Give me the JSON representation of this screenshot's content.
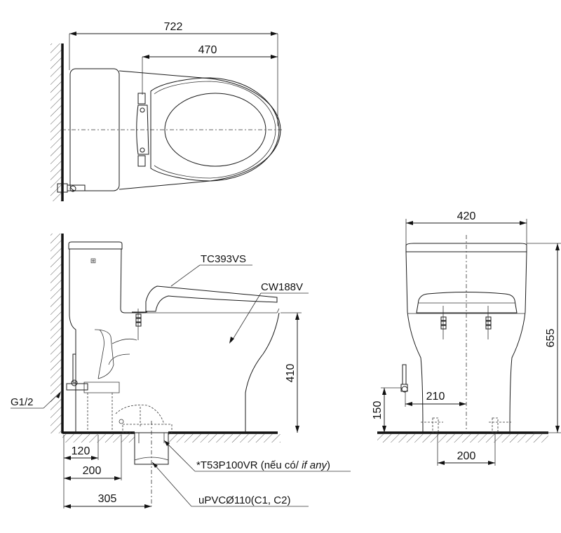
{
  "top_view": {
    "dimensions": {
      "overall_length": "722",
      "seat_length": "470"
    }
  },
  "side_view": {
    "labels": {
      "seat_model": "TC393VS",
      "bowl_model": "CW188V",
      "water_inlet": "G1/2",
      "flange_prefix": "*T53P100VR (nếu có/ ",
      "flange_italic": "if any",
      "flange_suffix": ")",
      "drain_pipe": "uPVCØ110(C1, C2)"
    },
    "dimensions": {
      "bowl_height": "410",
      "inlet_offset": "120",
      "inlet_to_outlet_edge": "200",
      "rough_in": "305"
    }
  },
  "front_view": {
    "dimensions": {
      "width": "420",
      "height": "655",
      "inlet_height": "150",
      "inlet_to_center": "210",
      "bolt_spacing": "200"
    }
  },
  "colors": {
    "line": "#1a1a1a",
    "background": "#ffffff"
  }
}
